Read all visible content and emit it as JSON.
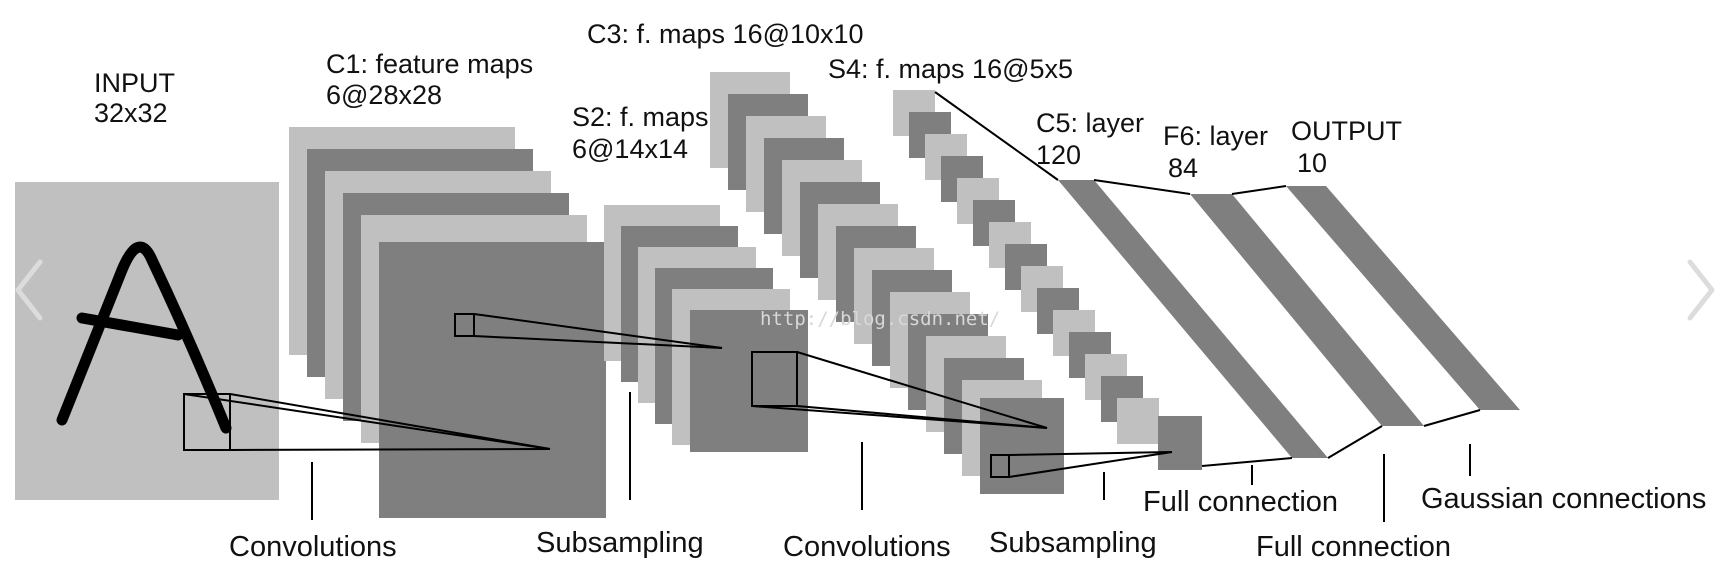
{
  "nav": {
    "prev_icon": "chevron-left-icon",
    "next_icon": "chevron-right-icon"
  },
  "labels": {
    "input": [
      "INPUT",
      "32x32"
    ],
    "c1": [
      "C1: feature maps",
      "6@28x28"
    ],
    "s2": [
      "S2: f. maps",
      "6@14x14"
    ],
    "c3": [
      "C3: f. maps 16@10x10"
    ],
    "s4": [
      "S4: f. maps 16@5x5"
    ],
    "c5": [
      "C5: layer",
      "120"
    ],
    "f6": [
      "F6: layer",
      "84"
    ],
    "output": [
      "OUTPUT",
      "10"
    ]
  },
  "operations": {
    "conv1": "Convolutions",
    "sub1": "Subsampling",
    "conv2": "Convolutions",
    "sub2": "Subsampling",
    "full1": "Full connection",
    "full2": "Full connection",
    "gauss": "Gaussian connections"
  },
  "watermark": "http://blog.csdn.net/",
  "colors": {
    "light": "#c0c0c0",
    "dark": "#7f7f7f",
    "line": "#000000",
    "nav": "#dcdcdc"
  }
}
